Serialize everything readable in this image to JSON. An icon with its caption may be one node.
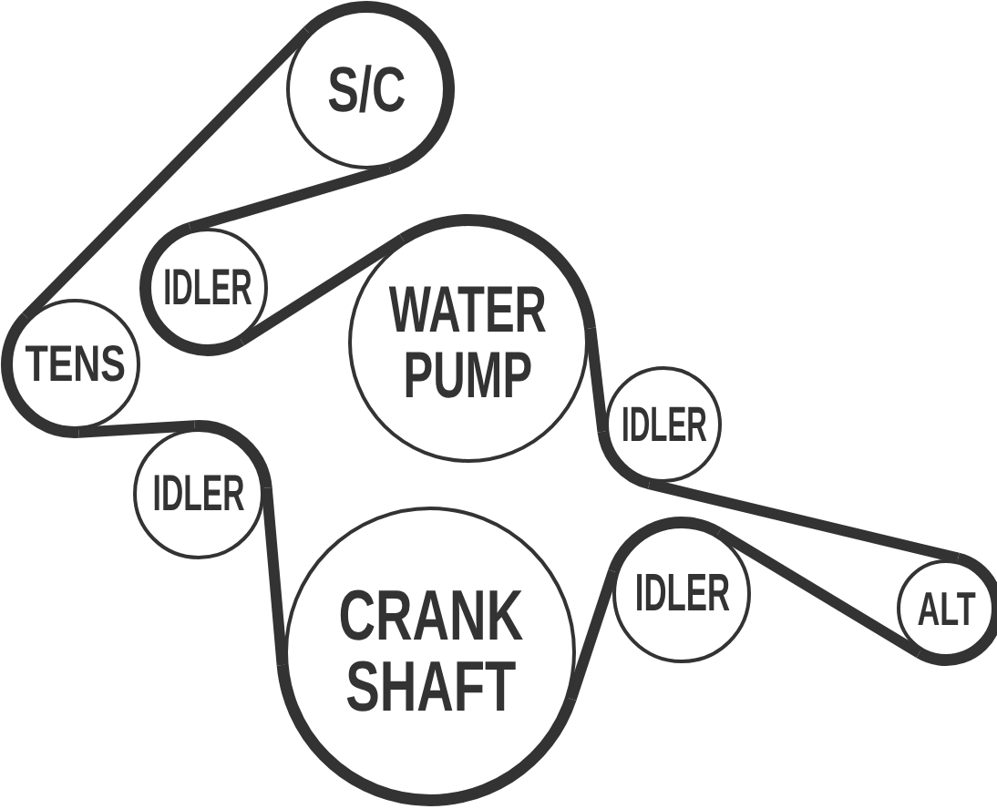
{
  "diagram": {
    "nodes": [
      {
        "text": [
          "S/C"
        ]
      },
      {
        "text": [
          "IDLER"
        ]
      },
      {
        "text": [
          "WATER PUMP"
        ]
      },
      {
        "text": [
          "TENS"
        ]
      },
      {
        "text": [
          "IDLER"
        ]
      },
      {
        "text": [
          "IDLER"
        ]
      },
      {
        "text": [
          "CRANK SHAFT"
        ]
      },
      {
        "text": [
          "IDLER"
        ]
      },
      {
        "text": [
          "ALT"
        ]
      }
    ],
    "edges": [
      {
        "from": 0,
        "to": 3,
        "arrow": "none"
      },
      {
        "from": 3,
        "to": 5,
        "arrow": "none"
      },
      {
        "from": 5,
        "to": 6,
        "arrow": "none"
      },
      {
        "from": 6,
        "to": 7,
        "arrow": "none"
      },
      {
        "from": 7,
        "to": 8,
        "arrow": "none"
      },
      {
        "from": 8,
        "to": 4,
        "arrow": "none"
      },
      {
        "from": 4,
        "to": 2,
        "arrow": "none"
      },
      {
        "from": 2,
        "to": 1,
        "arrow": "none"
      },
      {
        "from": 1,
        "to": 0,
        "arrow": "none"
      }
    ]
  }
}
